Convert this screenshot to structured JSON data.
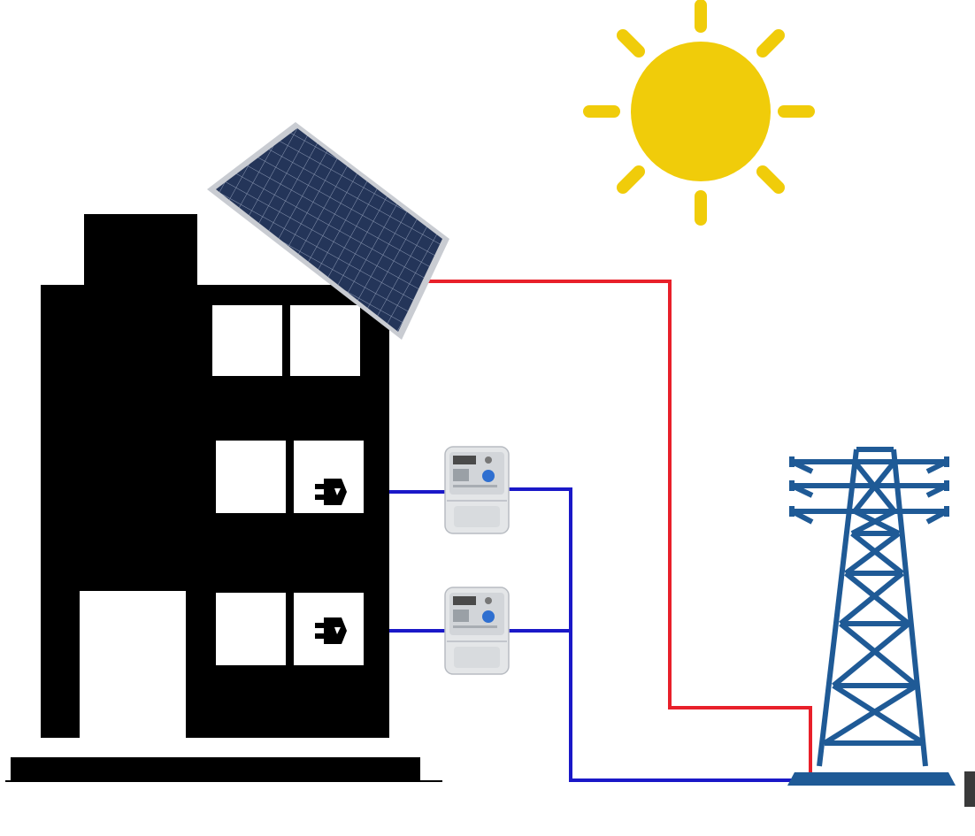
{
  "diagram": {
    "components": [
      {
        "id": "sun",
        "icon": "sun-icon"
      },
      {
        "id": "solar-panel",
        "icon": "solar-panel-icon"
      },
      {
        "id": "building",
        "icon": "apartment-building-icon"
      },
      {
        "id": "outlet-upper",
        "icon": "power-plug-icon"
      },
      {
        "id": "outlet-lower",
        "icon": "power-plug-icon"
      },
      {
        "id": "meter-upper",
        "icon": "electricity-meter-icon"
      },
      {
        "id": "meter-lower",
        "icon": "electricity-meter-icon"
      },
      {
        "id": "transmission-tower",
        "icon": "transmission-tower-icon"
      }
    ],
    "connections": [
      {
        "from": "solar-panel",
        "to": "transmission-tower",
        "color": "#e8202a"
      },
      {
        "from": "outlet-upper",
        "to": "meter-upper",
        "color": "#1a18c8"
      },
      {
        "from": "outlet-lower",
        "to": "meter-lower",
        "color": "#1a18c8"
      },
      {
        "from": "meter-upper",
        "to": "transmission-tower",
        "color": "#1a18c8"
      },
      {
        "from": "meter-lower",
        "to": "transmission-tower",
        "color": "#1a18c8"
      }
    ]
  },
  "colors": {
    "sun": "#f0cc0a",
    "building": "#000000",
    "window": "#ffffff",
    "panel": "#243559",
    "panel_frame": "#c9ccd2",
    "tower": "#1f5a96",
    "solar_line": "#e8202a",
    "grid_line": "#1a18c8",
    "meter_body": "#e4e6e8"
  }
}
